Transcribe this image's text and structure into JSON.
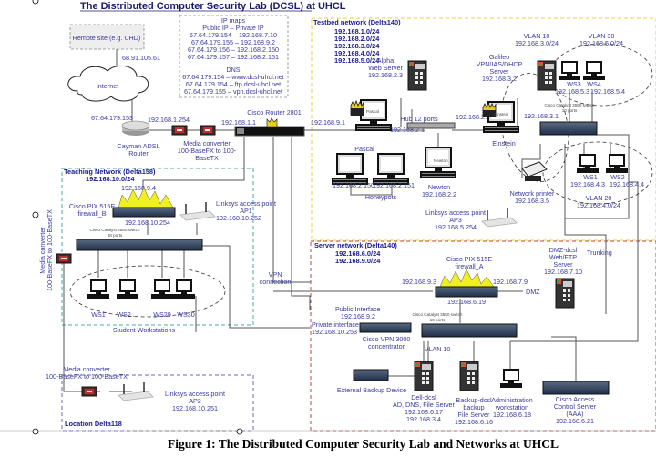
{
  "title": "The Distributed Computer Security Lab (DCSL) at UHCL",
  "caption": "Figure 1: The Distributed Computer Security Lab and Networks at UHCL",
  "ip_maps": {
    "heading": "IP maps",
    "subheading": "Public IP – Private IP",
    "entries": [
      "67.64.179.154 – 192.168.7.10",
      "67.64.179.155 – 192.168.9.2",
      "67.64.179.156 – 192.168.2.150",
      "67.64.179.157 – 192.168.2.151"
    ],
    "dns_heading": "DNS",
    "dns_entries": [
      "67.64.179.154 – www.dcsl-uhcl.net",
      "67.64.179.154 – ftp.dcsl-uhcl.net",
      "67.64.179.155 – vpn.dcsl-uhcl.net"
    ]
  },
  "internet_edge": {
    "remote_site": "Remote site (e.g. UHD)",
    "remote_ip": "68.91.105.61",
    "internet": "Internet",
    "cayman_ip": "67.64.179.153",
    "cayman_label": [
      "Cayman ADSL",
      "Router"
    ],
    "cayman_inner_ip": "192.168.1.254",
    "media_converter": [
      "Media converter",
      "100-BaseFX to 100-",
      "BaseTX"
    ],
    "router_label": "Cisco  Router 2801",
    "router_ip": "192.168.1.1"
  },
  "testbed": {
    "heading": "Testbed network (Delta140)",
    "subnets": [
      "192.168.1.0/24",
      "192.168.2.0/24",
      "192.168.3.0/24",
      "192.168.4.0/24",
      "192.168.5.0/24"
    ],
    "router_link_ip": "192.168.9.1",
    "alpha": [
      "Alpha",
      "Web Server",
      "192.168.2.3"
    ],
    "galileo": [
      "Galileo",
      "VPN/IAS/DHCP",
      "Server",
      "192.168.3.2"
    ],
    "vlan10": [
      "VLAN 10",
      "192.168.3.0/24"
    ],
    "vlan30": [
      "VLAN 30",
      "192.168.5.0/24"
    ],
    "vlan20": [
      "VLAN 20",
      "192.168.4.0/24"
    ],
    "ws3": [
      "WS3",
      "192.168.5.3"
    ],
    "ws4": [
      "WS4",
      "192.168.5.4"
    ],
    "ws1": [
      "WS1",
      "192.168.4.3"
    ],
    "ws2": [
      "WS2",
      "192.168.4.4"
    ],
    "hub_label": "Hub 12 ports",
    "hub_ip": "192.168.2.1",
    "einstein_ip": "192.168.2.4",
    "switch_ip": "192.168.3.1",
    "pascal_screen": "Pascal",
    "pascal": "Pascal",
    "einstein_screen": "Einstein",
    "einstein": "Einstein",
    "newton_screen": "Newton",
    "newton": [
      "Newton",
      "192.168.2.2"
    ],
    "honeypot1": "192.168.2.150",
    "honeypot2": "192.168.2.151",
    "honeypots": "Honeypots",
    "switch_label": [
      "Cisco Catalyst 3550 switch",
      "10 ports"
    ],
    "printer": [
      "Network printer",
      "192.168.3.5"
    ],
    "ap3": [
      "Linksys access point",
      "AP3",
      "192.168.5.254"
    ],
    "trunking": "Trunking"
  },
  "teaching": {
    "heading": "Teaching Network (Delta158)",
    "subnet": "192.168.10.0/24",
    "fw_outer_ip": "192.168.9.4",
    "firewall": [
      "Cisco PIX 515E",
      "firewall_B"
    ],
    "fw_inner_ip": "192.168.10.254",
    "ap1": [
      "Linksys access point",
      "AP1",
      "192.168.10.252"
    ],
    "switch_label": [
      "Cisco Catalyst 3550 switch",
      "48 ports"
    ],
    "workstations": [
      "WS1",
      "WS2 . .",
      ". WS29",
      "WS30"
    ],
    "group_label": "Student Workstations",
    "media_converter_vertical": [
      "Media converter",
      "100-BaseFX to 100-BaseTX"
    ]
  },
  "vpn_connection": [
    "VPN",
    "connection"
  ],
  "server_net": {
    "heading": "Server network (Delta140)",
    "subnets": [
      "192.168.6.0/24",
      "192.168.9.0/24"
    ],
    "firewall": [
      "Cisco PIX 515E",
      "firewall_A"
    ],
    "fw_left_ip": "192.168.9.3",
    "fw_right_ip": "192.168.7.9",
    "fw_bottom_ip": "192.168.6.19",
    "dmz": "DMZ",
    "dmz_server": [
      "DMZ-dcsl",
      "Web/FTP",
      "Server",
      "192.168.7.10"
    ],
    "public_interface": [
      "Public Interface",
      "192.168.9.2"
    ],
    "private_interface": [
      "Private interface",
      "192.168.10.253"
    ],
    "vpn_concentrator": [
      "Cisco VPN 3000",
      "concentrator"
    ],
    "switch_label": [
      "Cisco Catalyst 3550 switch",
      "10 ports"
    ],
    "vlan10": "VLAN 10",
    "external_backup": "External Backup Device",
    "dell": [
      "Dell-dcsl",
      "AD, DNS, File Server",
      "192.168.6.17",
      "192.168.3.4"
    ],
    "backup": [
      "Backup-dcsl",
      "backup",
      "File Server",
      "192.168.6.16"
    ],
    "admin": [
      "Administration",
      "workstation",
      "192.168.6.18"
    ],
    "acs": [
      "Cisco Access",
      "Control Server",
      "(AAA)",
      "192.168.6.21"
    ]
  },
  "delta118": {
    "heading": "Location Delta118",
    "media_converter": [
      "Media converter",
      "100-BaseFX to 100-BaseTX"
    ],
    "ap2": [
      "Linksys access point",
      "AP2",
      "192.168.10.251"
    ]
  },
  "colors": {
    "label": "#3a3aa0",
    "heading": "#1a1a90",
    "testbed_border": "#e8d040",
    "teaching_border": "#4aa8a0",
    "server_border": "#b04848",
    "delta118_border": "#6a6aa8",
    "firewall_flame": "#f0f020"
  }
}
